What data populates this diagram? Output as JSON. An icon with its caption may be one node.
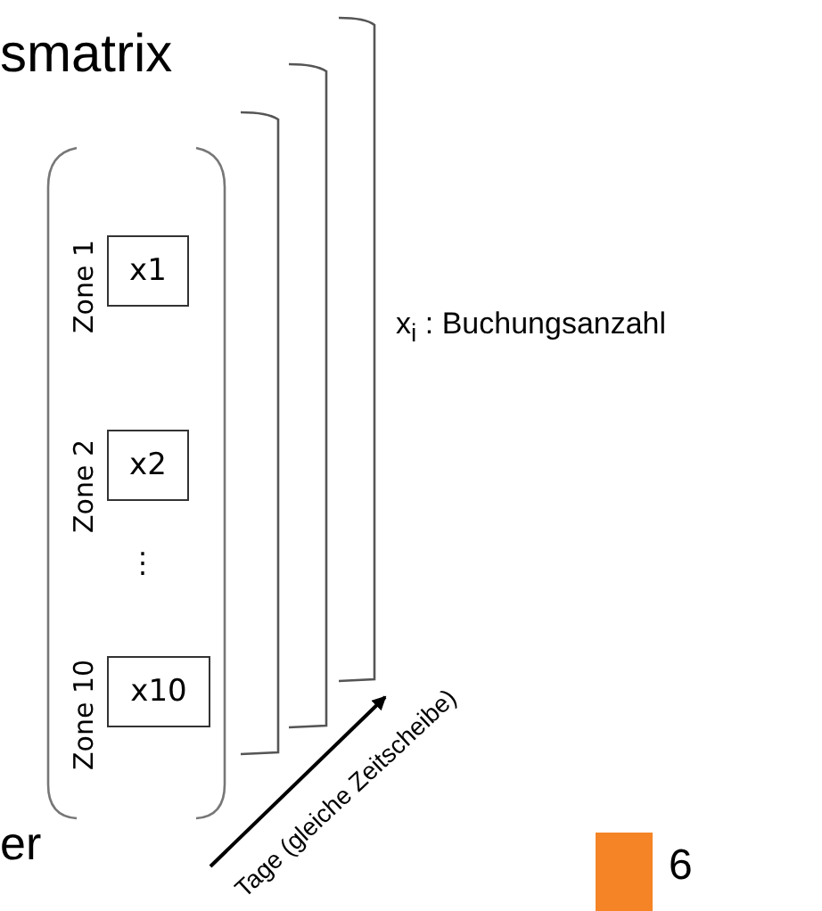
{
  "diagram": {
    "title": "smatrix",
    "nodes": [
      {
        "text": [
          "x1"
        ],
        "beside": [
          "Zone 1"
        ]
      },
      {
        "text": [
          "x2"
        ],
        "beside": [
          "Zone 2"
        ]
      },
      {
        "text": [
          "x10"
        ],
        "beside": [
          "Zone 10"
        ]
      }
    ],
    "labels": [
      "⋮",
      "x$_{i}$ : Buchungsanzahl",
      "Tage (gleiche Zeitscheibe)",
      "er",
      "6"
    ]
  }
}
